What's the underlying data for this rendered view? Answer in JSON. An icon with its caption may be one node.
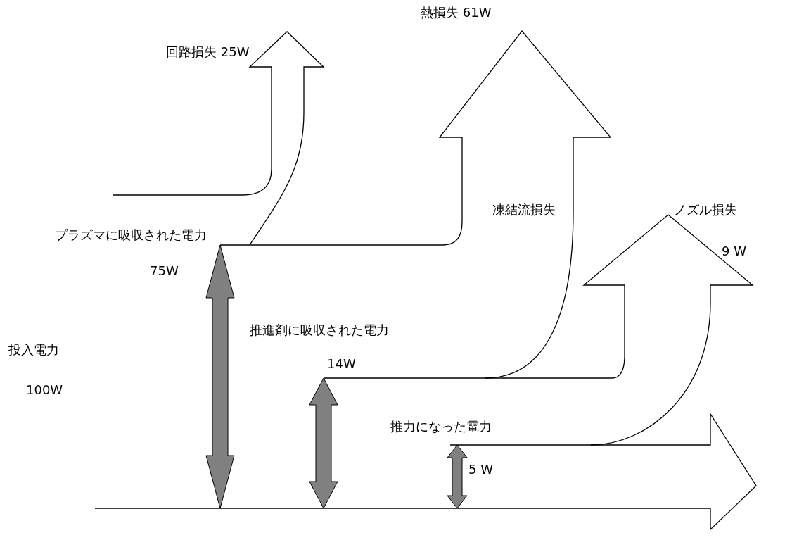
{
  "diagram": {
    "labels": [
      "熱損失 61W",
      "回路損失 25W",
      "凍結流損失",
      "ノズル損失",
      "プラズマに吸収された電力",
      "9 W",
      "75W",
      "推進剤に吸収された電力",
      "投入電力",
      "14W",
      "100W",
      "推力になった電力",
      "5 W"
    ]
  }
}
